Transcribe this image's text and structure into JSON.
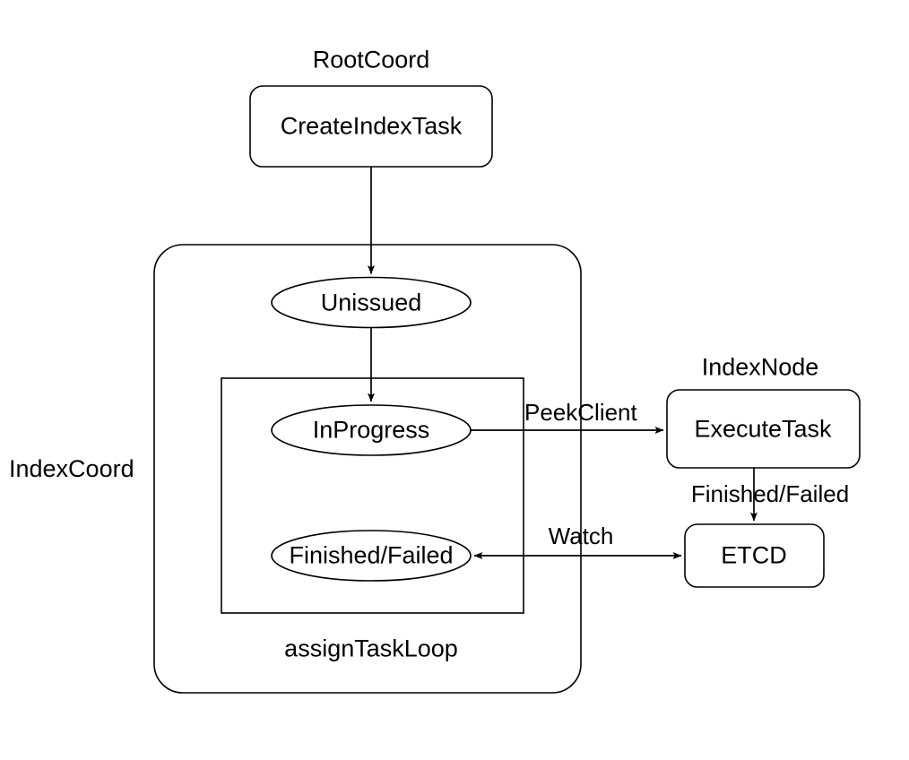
{
  "diagram": {
    "title": "Index task lifecycle across RootCoord, IndexCoord and IndexNode",
    "type": "flowchart",
    "background_color": "#ffffff",
    "stroke_color": "#000000",
    "text_color": "#000000"
  },
  "groups": [
    {
      "id": "rootcoord",
      "label": "RootCoord",
      "shape": "label-only"
    },
    {
      "id": "indexcoord",
      "label": "IndexCoord",
      "shape": "rounded-rect"
    },
    {
      "id": "assign_task_loop",
      "label": "assignTaskLoop",
      "shape": "rect"
    },
    {
      "id": "indexnode",
      "label": "IndexNode",
      "shape": "label-only"
    }
  ],
  "nodes": [
    {
      "id": "create_index_task",
      "label": "CreateIndexTask",
      "shape": "rounded-rect",
      "group": "rootcoord"
    },
    {
      "id": "unissued",
      "label": "Unissued",
      "shape": "ellipse",
      "group": "indexcoord"
    },
    {
      "id": "in_progress",
      "label": "InProgress",
      "shape": "ellipse",
      "group": "assign_task_loop"
    },
    {
      "id": "finished_failed",
      "label": "Finished/Failed",
      "shape": "ellipse",
      "group": "assign_task_loop"
    },
    {
      "id": "execute_task",
      "label": "ExecuteTask",
      "shape": "rounded-rect",
      "group": "indexnode"
    },
    {
      "id": "etcd",
      "label": "ETCD",
      "shape": "rounded-rect",
      "group": "indexnode"
    }
  ],
  "edges": [
    {
      "id": "e1",
      "from": "create_index_task",
      "to": "unissued",
      "label": "",
      "direction": "down",
      "arrows": "end"
    },
    {
      "id": "e2",
      "from": "unissued",
      "to": "in_progress",
      "label": "",
      "direction": "down",
      "arrows": "end"
    },
    {
      "id": "e3",
      "from": "in_progress",
      "to": "execute_task",
      "label": "PeekClient",
      "direction": "right",
      "arrows": "end"
    },
    {
      "id": "e4",
      "from": "execute_task",
      "to": "etcd",
      "label": "Finished/Failed",
      "direction": "down",
      "arrows": "end"
    },
    {
      "id": "e5",
      "from": "etcd",
      "to": "finished_failed",
      "label": "Watch",
      "direction": "left",
      "arrows": "both"
    }
  ],
  "labels": {
    "rootcoord": "RootCoord",
    "indexcoord": "IndexCoord",
    "indexnode": "IndexNode",
    "assign_task_loop": "assignTaskLoop",
    "create_index_task": "CreateIndexTask",
    "unissued": "Unissued",
    "in_progress": "InProgress",
    "finished_failed": "Finished/Failed",
    "execute_task": "ExecuteTask",
    "etcd": "ETCD",
    "peek_client": "PeekClient",
    "finished_failed_edge": "Finished/Failed",
    "watch": "Watch"
  }
}
